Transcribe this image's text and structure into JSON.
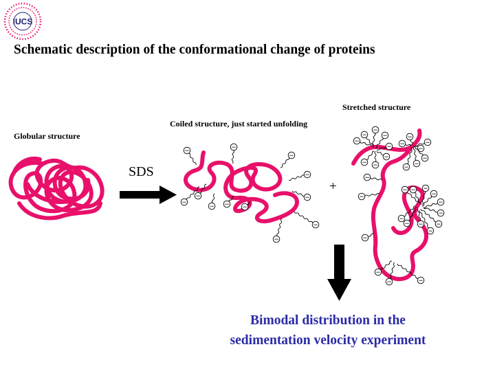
{
  "title": "Schematic description of the conformational change of proteins",
  "logo": {
    "center_text": "IUCS",
    "ring_text": "NSF Industry-University Center for Surfactants · COLUMBIA UNIVERSITY"
  },
  "labels": {
    "globular": "Globular structure",
    "coiled": "Coiled structure, just started unfolding",
    "stretched": "Stretched structure"
  },
  "reagent": "SDS",
  "plus_sign": "+",
  "conclusion": {
    "line1": "Bimodal distribution in the",
    "line2": "sedimentation velocity experiment"
  },
  "charge_symbol": "−",
  "colors": {
    "protein_chain": "#e8106a",
    "conclusion_text": "#2b2ba8",
    "arrow": "#000000",
    "logo_red": "#e8106a",
    "logo_blue": "#20206e"
  }
}
